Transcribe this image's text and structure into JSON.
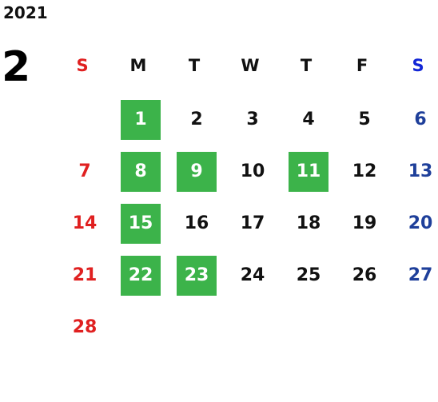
{
  "calendar": {
    "year": "2021",
    "month": "2",
    "weekdays": [
      "S",
      "M",
      "T",
      "W",
      "T",
      "F",
      "S"
    ],
    "weeks": [
      [
        "",
        "1",
        "2",
        "3",
        "4",
        "5",
        "6"
      ],
      [
        "7",
        "8",
        "9",
        "10",
        "11",
        "12",
        "13"
      ],
      [
        "14",
        "15",
        "16",
        "17",
        "18",
        "19",
        "20"
      ],
      [
        "21",
        "22",
        "23",
        "24",
        "25",
        "26",
        "27"
      ],
      [
        "28",
        "",
        "",
        "",
        "",
        "",
        ""
      ]
    ],
    "highlighted_days": [
      "1",
      "8",
      "9",
      "11",
      "15",
      "22",
      "23"
    ],
    "colors": {
      "sunday": "#e02020",
      "saturday": "#1e3f9a",
      "saturday_header": "#1226d6",
      "highlight": "#3cb34a"
    }
  }
}
